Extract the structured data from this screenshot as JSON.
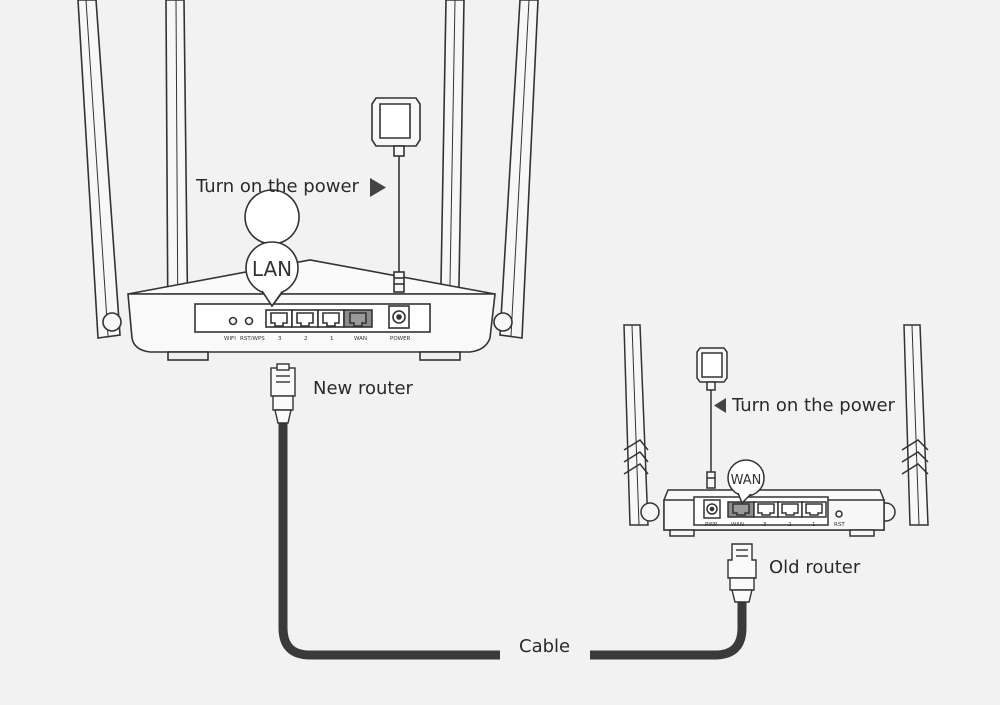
{
  "labels": {
    "power_new": "Turn on the power",
    "power_old": "Turn on the power",
    "new_router": "New router",
    "old_router": "Old router",
    "cable": "Cable",
    "lan_callout": "LAN",
    "wan_callout": "WAN"
  },
  "new_router_ports": {
    "wifi": "WIFI",
    "rst_wps": "RST/WPS",
    "p3": "3",
    "p2": "2",
    "p1": "1",
    "wan": "WAN",
    "power": "POWER"
  },
  "old_router_ports": {
    "pwr": "PWR",
    "wan": "WAN",
    "p3": "3",
    "p2": "2",
    "p1": "1",
    "rst": "RST"
  },
  "colors": {
    "background": "#f2f2f2",
    "line": "#333333",
    "cable": "#3a3a3a",
    "port_highlight": "#8c8c8c"
  }
}
